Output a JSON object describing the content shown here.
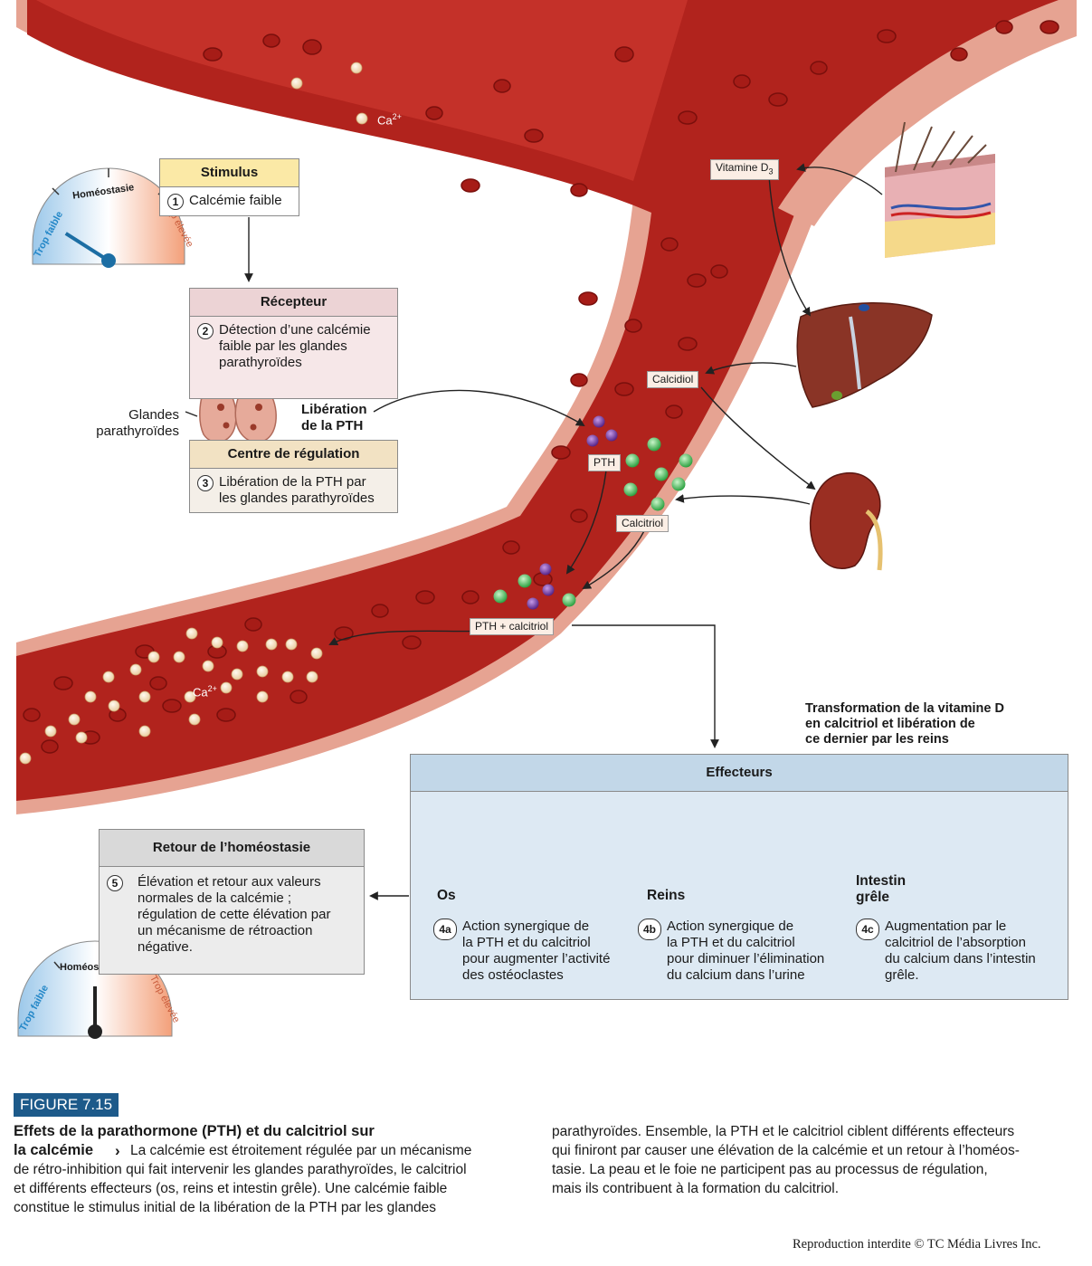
{
  "stimulus": {
    "title": "Stimulus",
    "step": "1",
    "text": "Calcémie faible"
  },
  "recepteur": {
    "title": "Récepteur",
    "step": "2",
    "text": "Détection d’une calcémie\nfaible par les glandes\nparathyroïdes"
  },
  "centre": {
    "title": "Centre de régulation",
    "step": "3",
    "text": "Libération de la PTH par\nles glandes parathyroïdes"
  },
  "retour": {
    "title": "Retour de l’homéostasie",
    "step": "5",
    "text": "Élévation et retour aux valeurs\nnormales de la calcémie ;\nrégulation de cette élévation par\nun mécanisme de rétroaction\nnégative."
  },
  "effecteurs": {
    "title": "Effecteurs",
    "items": [
      {
        "name": "Os",
        "step": "4a",
        "text": "Action synergique de\nla PTH et du calcitriol\npour augmenter l’activité\ndes ostéoclastes"
      },
      {
        "name": "Reins",
        "step": "4b",
        "text": "Action synergique de\nla PTH et du calcitriol\npour diminuer l’élimination\ndu calcium dans l’urine"
      },
      {
        "name": "Intestin\ngrêle",
        "step": "4c",
        "text": "Augmentation par le\ncalcitriol de l’absorption\ndu calcium dans l’intestin\ngrêle."
      }
    ]
  },
  "labels": {
    "glandes": "Glandes\nparathyroïdes",
    "liberation_pth": "Libération\nde la PTH",
    "transformation": "Transformation de la vitamine D\nen calcitriol et libération de\nce dernier par les reins",
    "ca_base": "Ca",
    "ca_sup": "2+",
    "vitamine_base": "Vitamine D",
    "vitamine_sub": "3",
    "calcidiol": "Calcidiol",
    "pth": "PTH",
    "calcitriol": "Calcitriol",
    "pth_calcitriol": "PTH + calcitriol"
  },
  "gauge": {
    "homeostasie": "Homéostasie",
    "trop_faible": "Trop faible",
    "trop_elevee": "Trop élevée",
    "top_level_low": 0.18,
    "bottom_level": 0.5
  },
  "figure": {
    "number": "FIGURE 7.15",
    "title": "Effets de la parathormone (PTH) et du calcitriol sur\nla calcémie",
    "arrow": "›",
    "text_left": "La calcémie est étroitement régulée par un mécanisme\nde rétro-inhibition qui fait intervenir les glandes parathyroïdes, le calcitriol\net différents effecteurs (os, reins et intestin grêle). Une calcémie faible\nconstitue le stimulus initial de la libération de la PTH par les glandes",
    "text_right": "parathyroïdes. Ensemble, la PTH et le calcitriol ciblent différents effecteurs\nqui finiront par causer une élévation de la calcémie et un retour à l’homéos-\ntasie. La peau et le foie ne participent pas au processus de régulation,\nmais ils contribuent à la formation du calcitriol.",
    "copyright": "Reproduction interdite © TC Média Livres Inc."
  },
  "colors": {
    "vessel": "#b1231d",
    "vessel_wall": "#e6a392",
    "ca_dot": "#f6dcb5",
    "pth_dot": "#7a3aa8",
    "calcitriol_dot": "#3fb84d",
    "effecteurs_bg": "#dde9f3",
    "effecteurs_header": "#c2d7e8",
    "figure_label_bg": "#1d5a8a"
  }
}
